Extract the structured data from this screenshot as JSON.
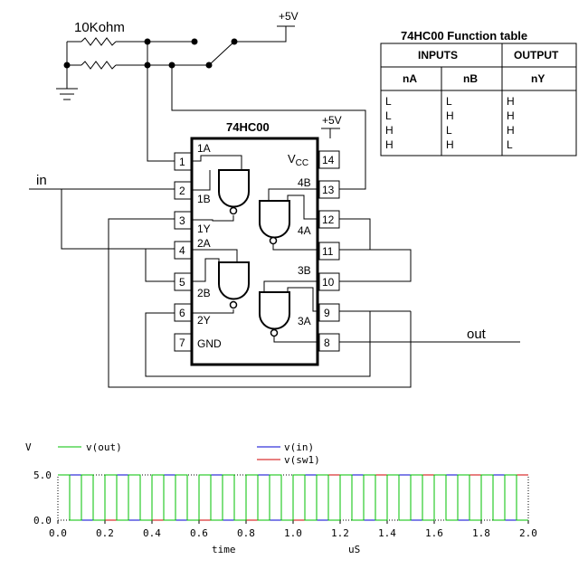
{
  "schematic": {
    "resistor_label": "10Kohm",
    "supply_top": "+5V",
    "supply_chip": "+5V",
    "chip_name": "74HC00",
    "input_label": "in",
    "output_label": "out",
    "left_pins": [
      {
        "num": "1",
        "name": "1A"
      },
      {
        "num": "2",
        "name": "1B"
      },
      {
        "num": "3",
        "name": "1Y"
      },
      {
        "num": "4",
        "name": "2A"
      },
      {
        "num": "5",
        "name": "2B"
      },
      {
        "num": "6",
        "name": "2Y"
      },
      {
        "num": "7",
        "name": "GND"
      }
    ],
    "right_pins": [
      {
        "num": "14",
        "name": "V",
        "sub": "CC"
      },
      {
        "num": "13",
        "name": "4B"
      },
      {
        "num": "12",
        "name": "4A"
      },
      {
        "num": "11",
        "name": ""
      },
      {
        "num": "10",
        "name": "3B"
      },
      {
        "num": "9",
        "name": "3A"
      },
      {
        "num": "8",
        "name": ""
      }
    ]
  },
  "function_table": {
    "title": "74HC00 Function table",
    "inputs_header": "INPUTS",
    "output_header": "OUTPUT",
    "col_a": "nA",
    "col_b": "nB",
    "col_y": "nY",
    "rows": [
      [
        "L",
        "L",
        "H"
      ],
      [
        "L",
        "H",
        "H"
      ],
      [
        "H",
        "L",
        "H"
      ],
      [
        "H",
        "H",
        "L"
      ]
    ]
  },
  "waveform": {
    "y_unit": "V",
    "y_ticks": [
      "5.0",
      "0.0"
    ],
    "x_ticks": [
      "0.0",
      "0.2",
      "0.4",
      "0.6",
      "0.8",
      "1.0",
      "1.2",
      "1.4",
      "1.6",
      "1.8",
      "2.0"
    ],
    "xlabel": "time",
    "xunit": "uS",
    "legend": [
      {
        "name": "v(out)",
        "color": "#00c000"
      },
      {
        "name": "v(in)",
        "color": "#0000d0"
      },
      {
        "name": "v(sw1)",
        "color": "#d00000"
      }
    ]
  },
  "chart_data": {
    "type": "line",
    "xlabel": "time",
    "xunit": "uS",
    "ylabel": "V",
    "xlim": [
      0.0,
      2.0
    ],
    "ylim": [
      0.0,
      5.0
    ],
    "series": [
      {
        "name": "v(in)",
        "color": "#0000d0",
        "period": 0.2,
        "high": 5.0,
        "low": 0.0,
        "xlim": [
          0.0,
          2.0
        ]
      },
      {
        "name": "v(sw1)",
        "color": "#d00000",
        "x": [
          0.0,
          0.1,
          0.1,
          1.1,
          1.1,
          2.0
        ],
        "y": [
          5.0,
          5.0,
          0.0,
          0.0,
          5.0,
          5.0
        ]
      },
      {
        "name": "v(out)",
        "color": "#00c000",
        "period": 0.1,
        "high": 5.0,
        "low": 0.0,
        "xlim": [
          0.0,
          2.0
        ]
      }
    ]
  }
}
